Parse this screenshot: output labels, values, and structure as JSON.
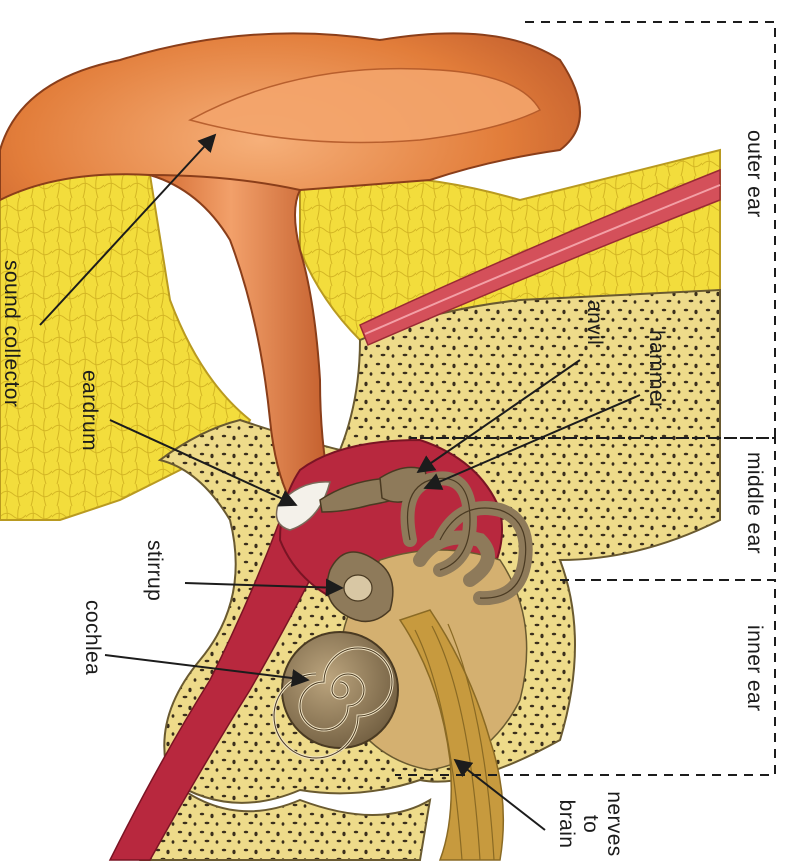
{
  "labels": {
    "sound_collector": "sound collector",
    "eardrum": "eardrum",
    "stirrup": "stirrup",
    "cochlea": "cochlea",
    "anvil": "anvil",
    "hammer": "hammer",
    "outer_ear": "outer ear",
    "middle_ear": "middle ear",
    "inner_ear": "inner ear",
    "nerves_line1": "nerves",
    "nerves_line2": "to",
    "nerves_line3": "brain"
  },
  "colors": {
    "skin": "#e8843a",
    "skin_dark": "#b9552a",
    "fat": "#f3dd3c",
    "bone": "#eedb8a",
    "pore": "#3a2e1c",
    "cavity": "#b8283e",
    "cochlea": "#8e7a5a",
    "nerve": "#c79a3e",
    "muscle": "#d4505a"
  }
}
